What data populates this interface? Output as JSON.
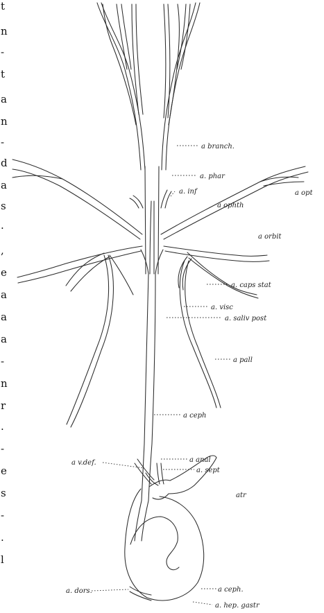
{
  "figure": {
    "margin_text": [
      "t",
      "n",
      "-",
      "t",
      "a",
      "n",
      "-",
      "d",
      "a",
      "s",
      "·",
      ",",
      "e",
      "a",
      "a",
      "a",
      "-",
      "n",
      "r",
      ".",
      "-",
      "e",
      "s",
      "-",
      ".",
      "l"
    ],
    "labels": {
      "a_branch": "a branch.",
      "a_phar": "a. phar",
      "a_inf": "a. inf",
      "a_opt": "a opt",
      "a_ophth": "a ophth",
      "a_orbit": "a orbit",
      "a_caps_stat": "a. caps stat",
      "a_visc": "a. visc",
      "a_saliv_post": "a. saliv post",
      "a_pall": "a pall",
      "a_ceph_upper": "a ceph",
      "a_anal": "a anal",
      "a_v_def": "a v.def.",
      "a_sept": "a. sept",
      "atr": "atr",
      "a_dors": "a. dors.",
      "a_ceph_lower": "a ceph.",
      "a_hep_gastr": "a. hep. gastr"
    }
  }
}
